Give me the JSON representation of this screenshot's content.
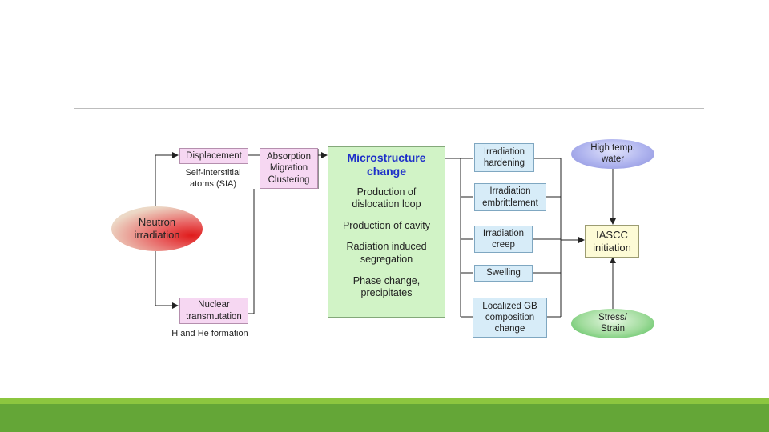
{
  "diagram": {
    "neutron": [
      "Neutron",
      "irradiation"
    ],
    "displacement": "Displacement",
    "sia_label": [
      "Self-interstitial",
      "atoms (SIA)"
    ],
    "absorption": [
      "Absorption",
      "Migration",
      "Clustering"
    ],
    "nuclear": [
      "Nuclear",
      "transmutation"
    ],
    "he_label": "H and He formation",
    "microstructure": {
      "title": [
        "Microstructure",
        "change"
      ],
      "items": [
        [
          "Production of",
          "dislocation loop"
        ],
        [
          "Production of cavity"
        ],
        [
          "Radiation induced",
          "segregation"
        ],
        [
          "Phase change,",
          "precipitates"
        ]
      ]
    },
    "effects": [
      [
        "Irradiation",
        "hardening"
      ],
      [
        "Irradiation",
        "embrittlement"
      ],
      [
        "Irradiation",
        "creep"
      ],
      [
        "Swelling"
      ],
      [
        "Localized GB",
        "composition",
        "change"
      ]
    ],
    "high_temp": [
      "High temp.",
      "water"
    ],
    "iascc": [
      "IASCC",
      "initiation"
    ],
    "stress": [
      "Stress/",
      "Strain"
    ]
  }
}
